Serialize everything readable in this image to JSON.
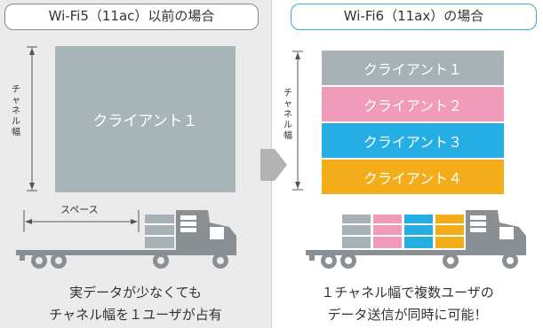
{
  "left": {
    "title": "Wi-Fi5（11ac）以前の場合",
    "client_label": "クライアント１",
    "channel_width_label": "チャネル幅",
    "space_label": "スペース",
    "caption_line1": "実データが少なくても",
    "caption_line2": "チャネル幅を１ユーザが占有"
  },
  "right": {
    "title": "Wi-Fi6（11ax）の場合",
    "clients": [
      "クライアント１",
      "クライアント２",
      "クライアント３",
      "クライアント４"
    ],
    "channel_width_label": "チャネル幅",
    "caption_line1": "１チャネル幅で複数ユーザの",
    "caption_line2": "データ送信が同時に可能！"
  },
  "colors": {
    "client1": "#a6b2b6",
    "client2": "#ef9bb9",
    "client3": "#24aee3",
    "client4": "#f3ad1b",
    "truck": "#8a8f93",
    "accent_border": "#3aa7c9"
  }
}
